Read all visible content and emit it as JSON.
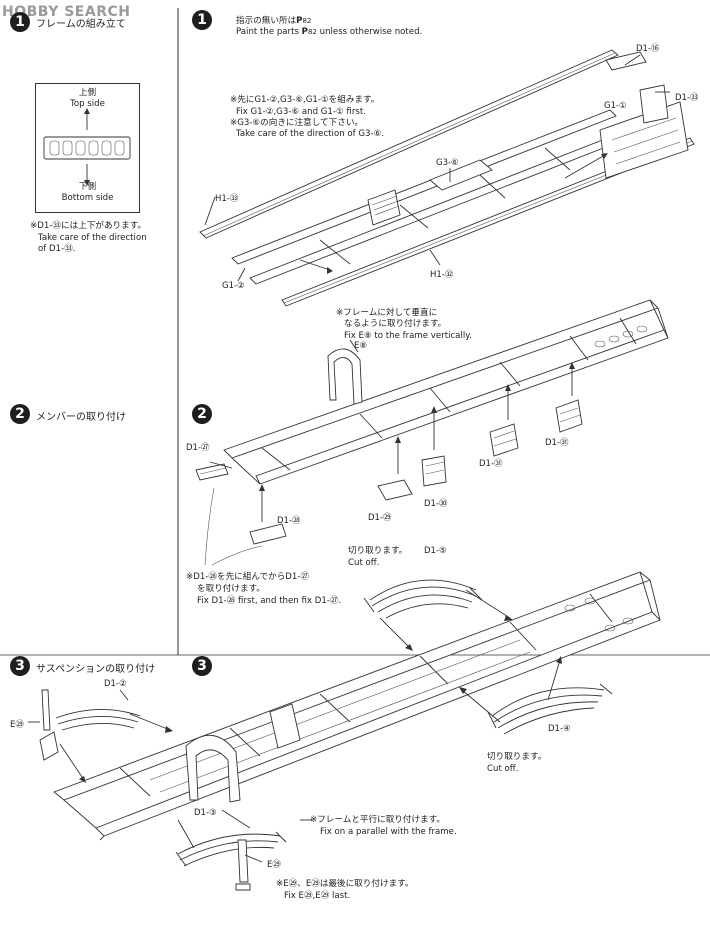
{
  "watermark": "HOBBY SEARCH",
  "left_col": {
    "step1": {
      "num": "1",
      "title": "フレームの組み立て"
    },
    "top_side_jp": "上側",
    "top_side_en": "Top side",
    "bottom_side_jp": "下側",
    "bottom_side_en": "Bottom side",
    "note_jp": "※D1-㉝には上下があります。",
    "note_en1": "Take care of the direction",
    "note_en2": "of D1-㉝.",
    "step2": {
      "num": "2",
      "title": "メンバーの取り付け"
    },
    "step3": {
      "num": "3",
      "title": "サスペンションの取り付け"
    }
  },
  "step1": {
    "num": "1",
    "instr_jp": "指示の無い所は",
    "paint_code": "P",
    "paint_num": "82",
    "instr_en_a": "Paint the parts",
    "instr_en_b": "unless otherwise noted.",
    "note1_jp": "※先にG1-②,G3-⑥,G1-①を組みます。",
    "note1_en": "Fix G1-②,G3-⑥ and G1-① first.",
    "note2_jp": "※G3-⑥の向きに注意して下さい。",
    "note2_en": "Take care of the direction of G3-⑥.",
    "parts": {
      "d1_16": "D1-⑯",
      "d1_33": "D1-㉝",
      "g1_1": "G1-①",
      "g3_6": "G3-⑥",
      "h1_83": "H1-㉝",
      "g1_2": "G1-②",
      "h1_82": "H1-㉜"
    }
  },
  "step2": {
    "num": "2",
    "note_jp1": "※フレームに対して垂直に",
    "note_jp2": "なるように取り付けます。",
    "note_en": "Fix E⑧ to the frame vertically.",
    "bottom_jp1": "※D1-㉘を先に組んでからD1-㉗",
    "bottom_jp2": "を取り付けます。",
    "bottom_en": "Fix D1-㉘ first, and then fix D1-㉗.",
    "parts": {
      "e8": "E⑧",
      "d1_27": "D1-㉗",
      "d1_28": "D1-㉘",
      "d1_29": "D1-㉙",
      "d1_30": "D1-㉚",
      "d1_31a": "D1-㉛",
      "d1_31b": "D1-㉛"
    }
  },
  "step3": {
    "num": "3",
    "cut_jp": "切り取ります。",
    "cut_en": "Cut off.",
    "cut2_jp": "切り取ります。",
    "cut2_en": "Cut off.",
    "parallel_jp": "※フレームと平行に取り付けます。",
    "parallel_en": "Fix on a parallel with the frame.",
    "last_jp": "※E㉙、E㉙は最後に取り付けます。",
    "last_en": "Fix E㉙,E㉙ last.",
    "parts": {
      "d1_5": "D1-⑤",
      "d1_4": "D1-④",
      "d1_2": "D1-②",
      "e29a": "E㉙",
      "d1_3": "D1-③",
      "e29b": "E㉙"
    }
  }
}
